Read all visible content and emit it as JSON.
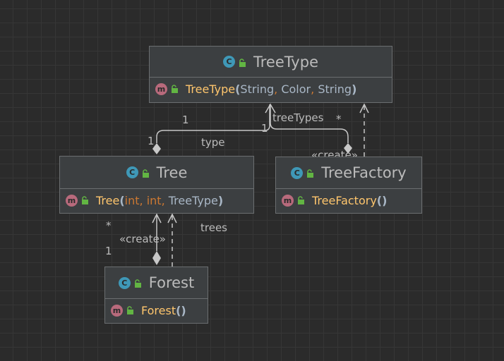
{
  "classes": {
    "tree_type": {
      "badge": "C",
      "name": "TreeType",
      "method": {
        "badge": "m",
        "name": "TreeType",
        "open": "(",
        "p1": "String",
        "sep1": ",",
        "p2": "Color",
        "sep2": ",",
        "p3": "String",
        "close": ")"
      }
    },
    "tree": {
      "badge": "C",
      "name": "Tree",
      "method": {
        "badge": "m",
        "name": "Tree",
        "open": "(",
        "p1": "int",
        "sep1": ",",
        "p2": "int",
        "sep2": ",",
        "p3": "TreeType",
        "close": ")"
      }
    },
    "tree_factory": {
      "badge": "C",
      "name": "TreeFactory",
      "method": {
        "badge": "m",
        "name": "TreeFactory",
        "open": "(",
        "close": ")"
      }
    },
    "forest": {
      "badge": "C",
      "name": "Forest",
      "method": {
        "badge": "m",
        "name": "Forest",
        "open": "(",
        "close": ")"
      }
    }
  },
  "relations": {
    "type_assoc": {
      "role": "type",
      "mult_target": "1",
      "mult_source": "1"
    },
    "treetypes_assoc": {
      "role": "treeTypes",
      "mult_target": "*",
      "mult_source": "1"
    },
    "factory_create": {
      "stereotype": "«create»"
    },
    "trees_assoc": {
      "role": "trees",
      "mult_target": "*",
      "mult_source": "1"
    },
    "forest_create": {
      "stereotype": "«create»"
    }
  },
  "colors": {
    "background": "#2b2b2b",
    "class_fill": "#3c3f41",
    "class_border": "#6b6e70",
    "class_badge": "#3f98b7",
    "method_badge": "#b86a7c",
    "method_name": "#ffc66d",
    "primitive": "#cc7832",
    "text": "#bbbbbb",
    "lock": "#62b543"
  }
}
